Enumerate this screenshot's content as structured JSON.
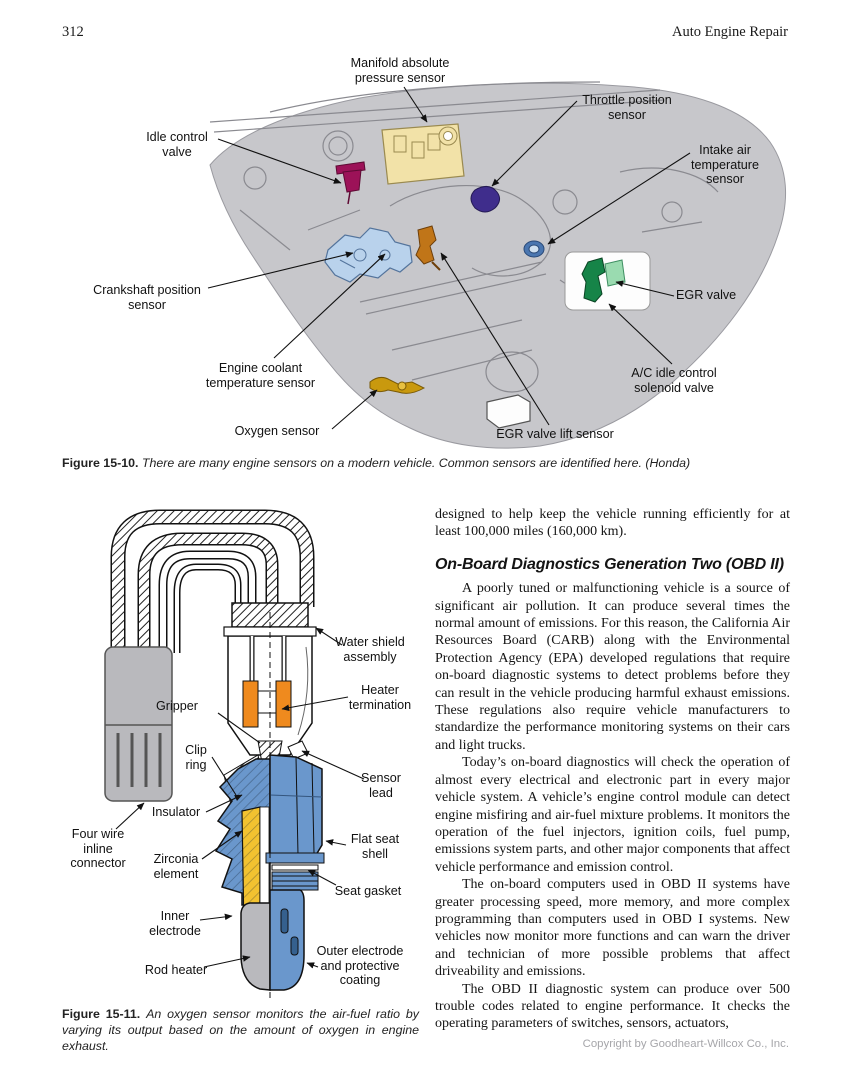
{
  "page": {
    "number": "312",
    "header_title": "Auto Engine Repair",
    "footer_copyright": "Copyright by Goodheart-Willcox Co., Inc."
  },
  "colors": {
    "engine-gray": "#c7c7cb",
    "engine-line": "#8a8a90",
    "magenta": "#9c1258",
    "cream": "#f2e2a8",
    "purple": "#3f2d8c",
    "steel-blue": "#4a76b0",
    "light-blue": "#b9d2ec",
    "orange-brown": "#c07518",
    "green": "#168448",
    "light-green": "#9adbb0",
    "gold": "#c9990e",
    "sensor-blue": "#6a97cc",
    "sensor-orange": "#ef8a1e",
    "sensor-yellow": "#f2c230",
    "metal-gray": "#b9b9bd"
  },
  "figure_15_10": {
    "labels": {
      "map_sensor": "Manifold absolute\npressure sensor",
      "idle_control": "Idle control\nvalve",
      "throttle": "Throttle position\nsensor",
      "intake_air": "Intake air\ntemperature\nsensor",
      "egr_valve": "EGR valve",
      "crankshaft": "Crankshaft position\nsensor",
      "engine_coolant": "Engine coolant\ntemperature sensor",
      "oxygen": "Oxygen sensor",
      "egr_lift": "EGR valve lift sensor",
      "ac_idle": "A/C idle control\nsolenoid valve"
    },
    "caption_label": "Figure 15-10.",
    "caption_text": "There are many engine sensors on a modern vehicle. Common sensors are identified here. (Honda)"
  },
  "figure_15_11": {
    "labels": {
      "water_shield": "Water shield\nassembly",
      "heater_termination": "Heater\ntermination",
      "gripper": "Gripper",
      "clip_ring": "Clip\nring",
      "sensor_lead": "Sensor\nlead",
      "insulator": "Insulator",
      "four_wire": "Four wire\ninline\nconnector",
      "zirconia": "Zirconia\nelement",
      "flat_seat": "Flat seat\nshell",
      "seat_gasket": "Seat gasket",
      "inner_electrode": "Inner\nelectrode",
      "outer_electrode": "Outer electrode\nand protective\ncoating",
      "rod_heater": "Rod heater"
    },
    "caption_label": "Figure 15-11.",
    "caption_text": "An oxygen sensor monitors the air-fuel ratio by varying its output based on the amount of oxygen in engine exhaust."
  },
  "article": {
    "continued_text": "designed to help keep the vehicle running efficiently for at least 100,000 miles (160,000 km).",
    "heading": "On-Board Diagnostics Generation Two (OBD II)",
    "paragraphs": [
      "A poorly tuned or malfunctioning vehicle is a source of significant air pollution. It can produce several times the normal amount of emissions. For this reason, the California Air Resources Board (CARB) along with the Environmental Protection Agency (EPA) developed regulations that require on-board diagnostic systems to detect problems before they can result in the vehicle producing harmful exhaust emissions. These regulations also require vehicle manufacturers to standardize the performance monitoring systems on their cars and light trucks.",
      "Today’s on-board diagnostics will check the operation of almost every electrical and electronic part in every major vehicle system. A vehicle’s engine control module can detect engine misfiring and air-fuel mixture problems. It monitors the operation of the fuel injectors, ignition coils, fuel pump, emissions system parts, and other major components that affect vehicle performance and emission control.",
      "The on-board computers used in OBD II systems have greater processing speed, more memory, and more complex programming than computers used in OBD I systems. New vehicles now monitor more functions and can warn the driver and technician of more possible problems that affect driveability and emissions.",
      "The OBD II diagnostic system can produce over 500 trouble codes related to engine performance. It checks the operating parameters of switches, sensors, actuators,"
    ]
  }
}
